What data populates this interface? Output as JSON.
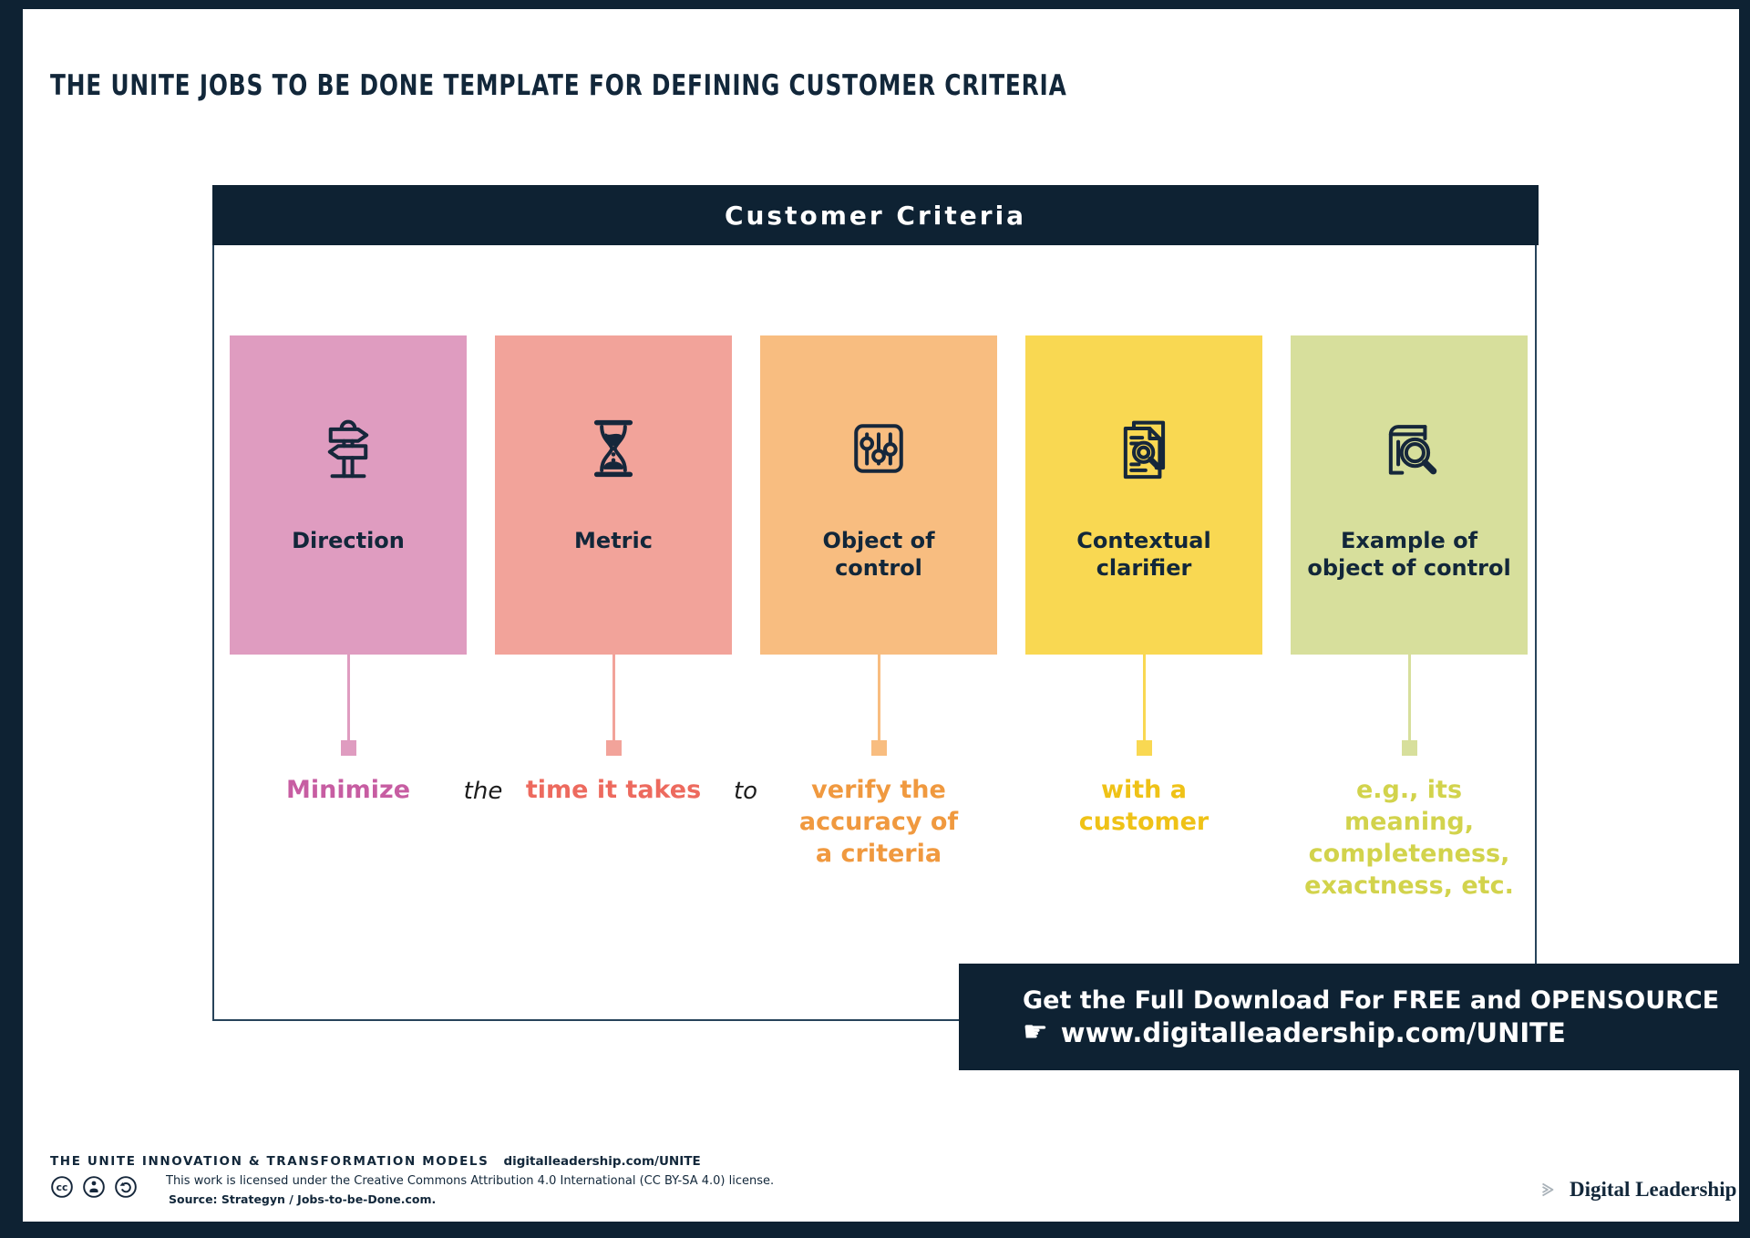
{
  "title": "THE UNITE JOBS TO BE DONE TEMPLATE FOR DEFINING CUSTOMER CRITERIA",
  "panel": {
    "header": "Customer Criteria"
  },
  "cards": [
    {
      "label": "Direction",
      "icon": "signpost-icon",
      "color": "#df9cc0",
      "fragment": "Minimize",
      "text_color": "#c75da2"
    },
    {
      "label": "Metric",
      "icon": "hourglass-icon",
      "color": "#f2a39a",
      "fragment": "time it takes",
      "text_color": "#ed6a5e"
    },
    {
      "label": "Object of\ncontrol",
      "icon": "sliders-icon",
      "color": "#f8bd80",
      "fragment": "verify the\naccuracy of\na criteria",
      "text_color": "#f0993f"
    },
    {
      "label": "Contextual\nclarifier",
      "icon": "document-search-icon",
      "color": "#f9d852",
      "fragment": "with a customer",
      "text_color": "#efc217"
    },
    {
      "label": "Example of\nobject of control",
      "icon": "book-search-icon",
      "color": "#d7df9c",
      "fragment": "e.g., its meaning,\ncompleteness,\nexactness, etc.",
      "text_color": "#d2d34c"
    }
  ],
  "connector_words": {
    "word1": "the",
    "word2": "to"
  },
  "cta": {
    "line1": "Get the Full Download For FREE and OPENSOURCE",
    "hand": "☛",
    "line2": "www.digitalleadership.com/UNITE"
  },
  "footer": {
    "models_title": "THE UNITE INNOVATION & TRANSFORMATION MODELS",
    "models_link": "digitalleadership.com/UNITE",
    "license": "This work is licensed under the Creative Commons Attribution 4.0 International (CC BY-SA 4.0) license.",
    "source": "Source: Strategyn / Jobs-to-be-Done.com.",
    "brand": "Digital Leadership"
  },
  "colors": {
    "navy": "#0e2233",
    "icon_stroke": "#16273b",
    "logo_gray": "#a8b1b8"
  }
}
